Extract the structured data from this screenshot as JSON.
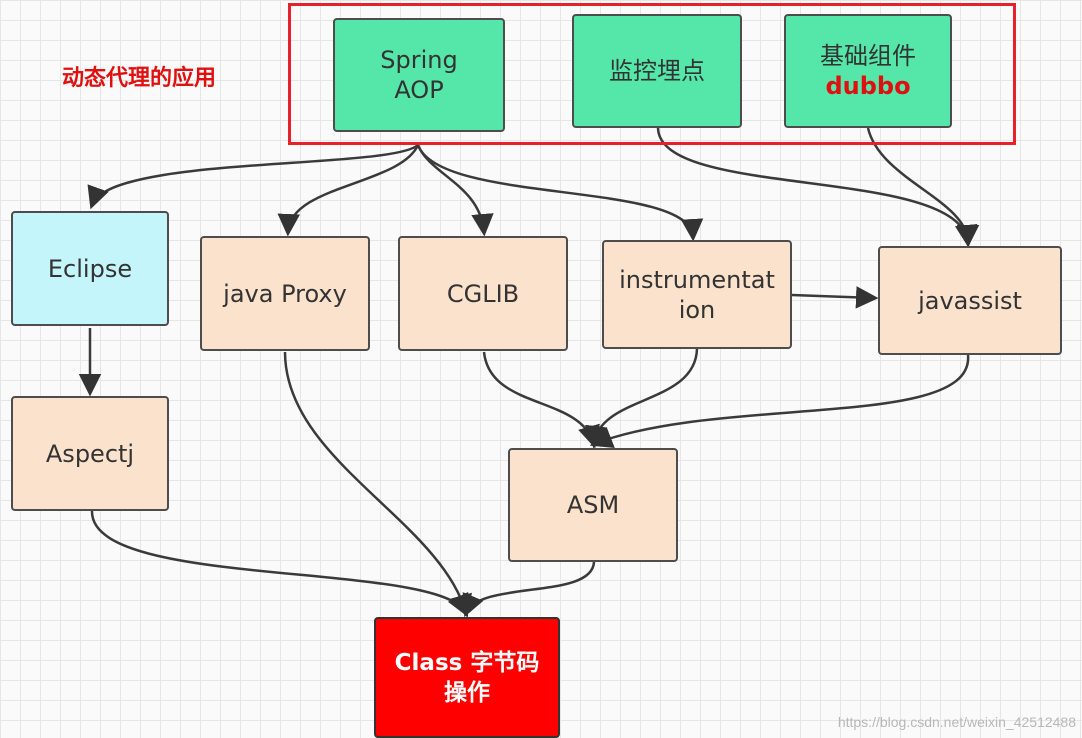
{
  "headline": "动态代理的应用",
  "nodes": {
    "spring_aop": {
      "label": "Spring\nAOP"
    },
    "monitoring": {
      "label": "监控埋点"
    },
    "base_component": {
      "label": "基础组件",
      "sub": "dubbo"
    },
    "eclipse": {
      "label": "Eclipse"
    },
    "aspectj": {
      "label": "Aspectj"
    },
    "java_proxy": {
      "label": "java Proxy"
    },
    "cglib": {
      "label": "CGLIB"
    },
    "instrumentation": {
      "label": "instrumentat\nion"
    },
    "javassist": {
      "label": "javassist"
    },
    "asm": {
      "label": "ASM"
    },
    "class_bytecode": {
      "label": "Class 字节码\n操作"
    }
  },
  "edges": [
    [
      "spring_aop",
      "eclipse"
    ],
    [
      "spring_aop",
      "java_proxy"
    ],
    [
      "spring_aop",
      "cglib"
    ],
    [
      "spring_aop",
      "instrumentation"
    ],
    [
      "monitoring",
      "javassist"
    ],
    [
      "base_component",
      "javassist"
    ],
    [
      "eclipse",
      "aspectj"
    ],
    [
      "instrumentation",
      "javassist"
    ],
    [
      "cglib",
      "asm"
    ],
    [
      "instrumentation",
      "asm"
    ],
    [
      "javassist",
      "asm"
    ],
    [
      "aspectj",
      "class_bytecode"
    ],
    [
      "java_proxy",
      "class_bytecode"
    ],
    [
      "asm",
      "class_bytecode"
    ]
  ],
  "colors": {
    "green": "#55e6a9",
    "blue": "#c4f5fb",
    "peach": "#fbe2cc",
    "red": "#ff0000",
    "frame": "#e8202a"
  },
  "watermark": "https://blog.csdn.net/weixin_42512488"
}
